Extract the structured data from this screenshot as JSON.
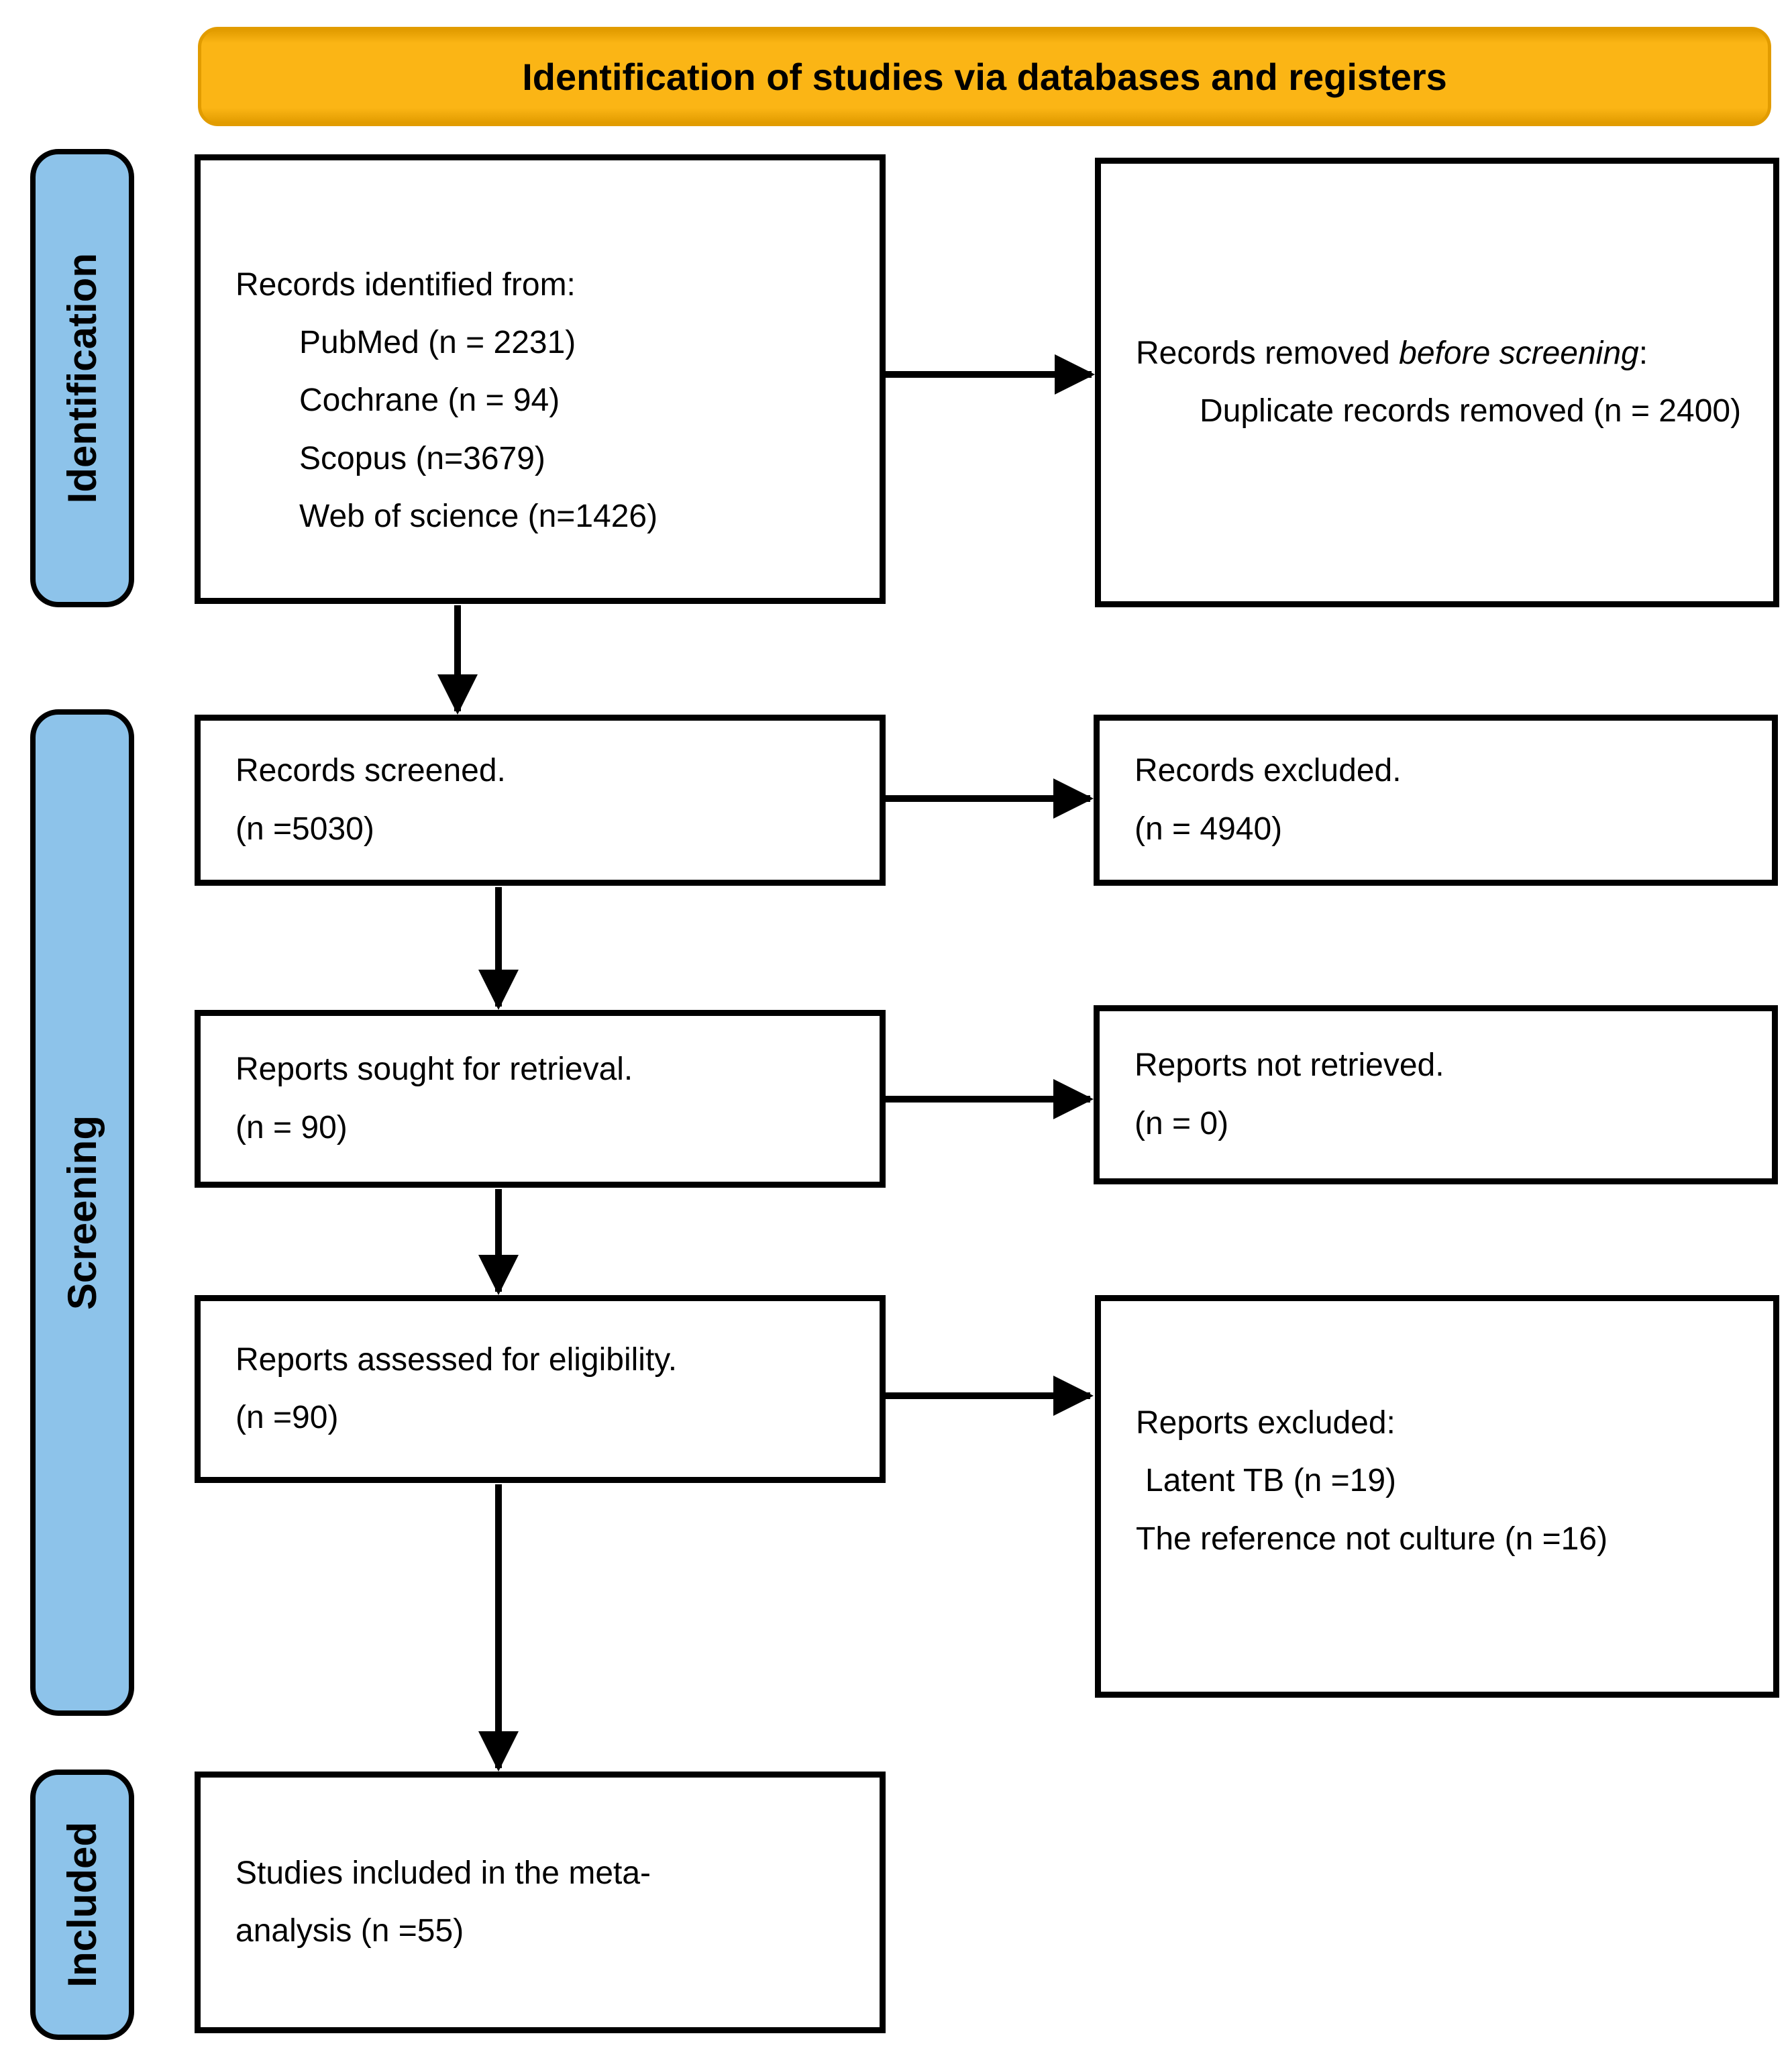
{
  "title": "Identification of studies via databases and registers",
  "stages": [
    {
      "label": "Identification"
    },
    {
      "label": "Screening"
    },
    {
      "label": "Included"
    }
  ],
  "boxes": {
    "records_identified": {
      "intro": "Records identified from:",
      "items": [
        "PubMed (n = 2231)",
        "Cochrane (n = 94)",
        "Scopus (n=3679)",
        "Web of science (n=1426)"
      ]
    },
    "records_removed": {
      "intro_prefix": "Records removed ",
      "intro_italic": "before screening",
      "intro_suffix": ":",
      "items": [
        "Duplicate records removed (n = 2400)"
      ]
    },
    "records_screened": {
      "lines": [
        "Records screened.",
        "(n =5030)"
      ]
    },
    "records_excluded": {
      "lines": [
        "Records excluded.",
        "(n = 4940)"
      ]
    },
    "reports_sought": {
      "lines": [
        "Reports sought for retrieval.",
        "(n = 90)"
      ]
    },
    "reports_not_retrieved": {
      "lines": [
        "Reports not retrieved.",
        "(n = 0)"
      ]
    },
    "reports_assessed": {
      "lines": [
        "Reports assessed for eligibility.",
        "(n =90)"
      ]
    },
    "reports_excluded": {
      "intro": "Reports excluded:",
      "items": [
        "Latent TB (n =19)",
        "The reference not culture (n =16)"
      ]
    },
    "studies_included": {
      "lines": [
        "Studies included in the meta-",
        "analysis (n =55)"
      ]
    }
  },
  "colors": {
    "header_fill": "#FBB515",
    "header_border": "#E29C00",
    "stage_fill": "#8DC3EA",
    "box_border": "#000000",
    "arrow": "#000000"
  }
}
